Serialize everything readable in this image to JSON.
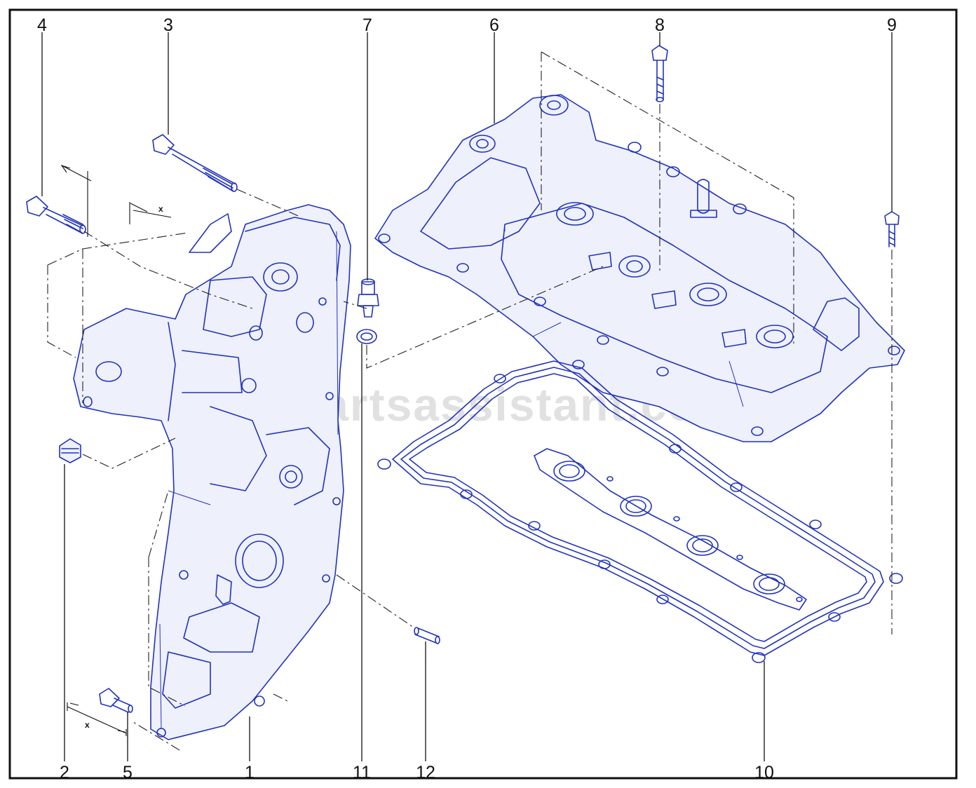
{
  "diagram": {
    "watermark": "www.partsassistant.com",
    "dimension_marker": "x",
    "colors": {
      "line_art": "#2233bb",
      "leaders": "#111111",
      "border": "#111111",
      "watermark": "#c9c9c9"
    },
    "callouts": [
      {
        "id": "c4",
        "label": "4"
      },
      {
        "id": "c3",
        "label": "3"
      },
      {
        "id": "c7",
        "label": "7"
      },
      {
        "id": "c6",
        "label": "6"
      },
      {
        "id": "c8",
        "label": "8"
      },
      {
        "id": "c9",
        "label": "9"
      },
      {
        "id": "c2",
        "label": "2"
      },
      {
        "id": "c5",
        "label": "5"
      },
      {
        "id": "c1",
        "label": "1"
      },
      {
        "id": "c11",
        "label": "11"
      },
      {
        "id": "c12",
        "label": "12"
      },
      {
        "id": "c10",
        "label": "10"
      }
    ]
  }
}
